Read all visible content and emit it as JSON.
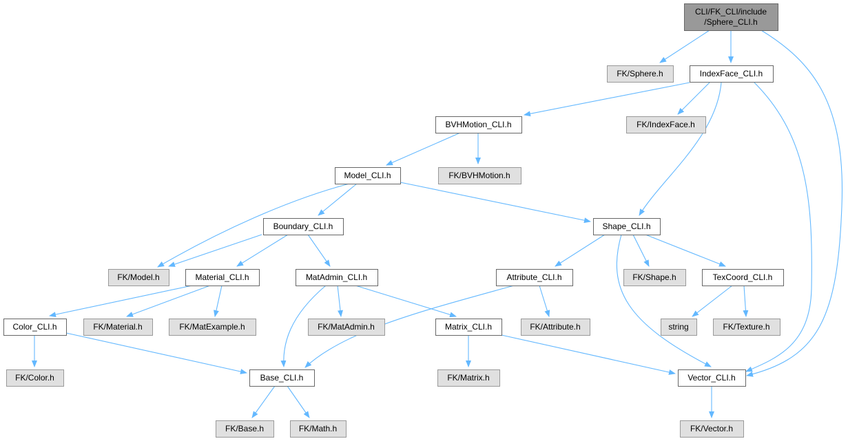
{
  "colors": {
    "edge": "#63b8ff",
    "node_border": "#666666",
    "node_fill": "#ffffff",
    "external_fill": "#e0e0e0",
    "external_border": "#999999",
    "root_fill": "#999999",
    "root_border": "#666666",
    "text": "#000000"
  },
  "nodes": [
    {
      "id": "root",
      "kind": "root",
      "lines": [
        "CLI/FK_CLI/include",
        "/Sphere_CLI.h"
      ]
    },
    {
      "id": "fk_sphere",
      "kind": "external",
      "lines": [
        "FK/Sphere.h"
      ]
    },
    {
      "id": "indexface_cli",
      "kind": "file",
      "lines": [
        "IndexFace_CLI.h"
      ]
    },
    {
      "id": "bvhmotion_cli",
      "kind": "file",
      "lines": [
        "BVHMotion_CLI.h"
      ]
    },
    {
      "id": "fk_indexface",
      "kind": "external",
      "lines": [
        "FK/IndexFace.h"
      ]
    },
    {
      "id": "model_cli",
      "kind": "file",
      "lines": [
        "Model_CLI.h"
      ]
    },
    {
      "id": "fk_bvhmotion",
      "kind": "external",
      "lines": [
        "FK/BVHMotion.h"
      ]
    },
    {
      "id": "boundary_cli",
      "kind": "file",
      "lines": [
        "Boundary_CLI.h"
      ]
    },
    {
      "id": "shape_cli",
      "kind": "file",
      "lines": [
        "Shape_CLI.h"
      ]
    },
    {
      "id": "fk_model",
      "kind": "external",
      "lines": [
        "FK/Model.h"
      ]
    },
    {
      "id": "material_cli",
      "kind": "file",
      "lines": [
        "Material_CLI.h"
      ]
    },
    {
      "id": "matadmin_cli",
      "kind": "file",
      "lines": [
        "MatAdmin_CLI.h"
      ]
    },
    {
      "id": "attribute_cli",
      "kind": "file",
      "lines": [
        "Attribute_CLI.h"
      ]
    },
    {
      "id": "fk_shape",
      "kind": "external",
      "lines": [
        "FK/Shape.h"
      ]
    },
    {
      "id": "texcoord_cli",
      "kind": "file",
      "lines": [
        "TexCoord_CLI.h"
      ]
    },
    {
      "id": "color_cli",
      "kind": "file",
      "lines": [
        "Color_CLI.h"
      ]
    },
    {
      "id": "fk_material",
      "kind": "external",
      "lines": [
        "FK/Material.h"
      ]
    },
    {
      "id": "fk_matexample",
      "kind": "external",
      "lines": [
        "FK/MatExample.h"
      ]
    },
    {
      "id": "fk_matadmin",
      "kind": "external",
      "lines": [
        "FK/MatAdmin.h"
      ]
    },
    {
      "id": "matrix_cli",
      "kind": "file",
      "lines": [
        "Matrix_CLI.h"
      ]
    },
    {
      "id": "fk_attribute",
      "kind": "external",
      "lines": [
        "FK/Attribute.h"
      ]
    },
    {
      "id": "string",
      "kind": "external",
      "lines": [
        "string"
      ]
    },
    {
      "id": "fk_texture",
      "kind": "external",
      "lines": [
        "FK/Texture.h"
      ]
    },
    {
      "id": "fk_color",
      "kind": "external",
      "lines": [
        "FK/Color.h"
      ]
    },
    {
      "id": "base_cli",
      "kind": "file",
      "lines": [
        "Base_CLI.h"
      ]
    },
    {
      "id": "fk_matrix",
      "kind": "external",
      "lines": [
        "FK/Matrix.h"
      ]
    },
    {
      "id": "vector_cli",
      "kind": "file",
      "lines": [
        "Vector_CLI.h"
      ]
    },
    {
      "id": "fk_base",
      "kind": "external",
      "lines": [
        "FK/Base.h"
      ]
    },
    {
      "id": "fk_math",
      "kind": "external",
      "lines": [
        "FK/Math.h"
      ]
    },
    {
      "id": "fk_vector",
      "kind": "external",
      "lines": [
        "FK/Vector.h"
      ]
    }
  ],
  "edges": [
    {
      "from": "root",
      "to": "fk_sphere"
    },
    {
      "from": "root",
      "to": "indexface_cli"
    },
    {
      "from": "root",
      "to": "vector_cli"
    },
    {
      "from": "indexface_cli",
      "to": "bvhmotion_cli"
    },
    {
      "from": "indexface_cli",
      "to": "fk_indexface"
    },
    {
      "from": "indexface_cli",
      "to": "shape_cli"
    },
    {
      "from": "indexface_cli",
      "to": "vector_cli"
    },
    {
      "from": "bvhmotion_cli",
      "to": "model_cli"
    },
    {
      "from": "bvhmotion_cli",
      "to": "fk_bvhmotion"
    },
    {
      "from": "model_cli",
      "to": "fk_model"
    },
    {
      "from": "model_cli",
      "to": "boundary_cli"
    },
    {
      "from": "model_cli",
      "to": "shape_cli"
    },
    {
      "from": "boundary_cli",
      "to": "fk_model"
    },
    {
      "from": "boundary_cli",
      "to": "material_cli"
    },
    {
      "from": "boundary_cli",
      "to": "matadmin_cli"
    },
    {
      "from": "shape_cli",
      "to": "attribute_cli"
    },
    {
      "from": "shape_cli",
      "to": "fk_shape"
    },
    {
      "from": "shape_cli",
      "to": "texcoord_cli"
    },
    {
      "from": "shape_cli",
      "to": "vector_cli"
    },
    {
      "from": "material_cli",
      "to": "color_cli"
    },
    {
      "from": "material_cli",
      "to": "fk_material"
    },
    {
      "from": "material_cli",
      "to": "fk_matexample"
    },
    {
      "from": "matadmin_cli",
      "to": "base_cli"
    },
    {
      "from": "matadmin_cli",
      "to": "fk_matadmin"
    },
    {
      "from": "matadmin_cli",
      "to": "matrix_cli"
    },
    {
      "from": "attribute_cli",
      "to": "base_cli"
    },
    {
      "from": "attribute_cli",
      "to": "fk_attribute"
    },
    {
      "from": "texcoord_cli",
      "to": "string"
    },
    {
      "from": "texcoord_cli",
      "to": "fk_texture"
    },
    {
      "from": "color_cli",
      "to": "fk_color"
    },
    {
      "from": "color_cli",
      "to": "base_cli"
    },
    {
      "from": "matrix_cli",
      "to": "fk_matrix"
    },
    {
      "from": "matrix_cli",
      "to": "vector_cli"
    },
    {
      "from": "base_cli",
      "to": "fk_base"
    },
    {
      "from": "base_cli",
      "to": "fk_math"
    },
    {
      "from": "vector_cli",
      "to": "fk_vector"
    }
  ]
}
